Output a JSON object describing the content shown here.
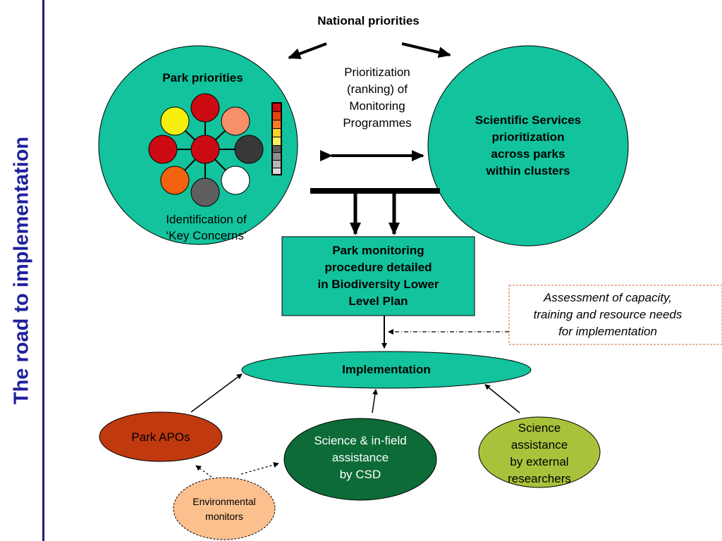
{
  "side_title": "The road to implementation",
  "national_priorities": "National priorities",
  "park_circle": {
    "title": "Park priorities",
    "caption": [
      "Identification of",
      "‘Key Concerns’"
    ]
  },
  "ranking_text": [
    "Prioritization",
    "(ranking) of",
    "Monitoring",
    "Programmes"
  ],
  "scientific_circle": [
    "Scientific Services",
    "prioritization",
    "across parks",
    "within clusters"
  ],
  "monitoring_box": [
    "Park monitoring",
    "procedure detailed",
    "in Biodiversity Lower",
    "Level Plan"
  ],
  "assessment_box": [
    "Assessment of capacity,",
    "training and resource needs",
    "for implementation"
  ],
  "implementation": "Implementation",
  "park_apos": "Park APOs",
  "csd_ellipse": [
    "Science & in-field",
    "assistance",
    "by CSD"
  ],
  "external_ellipse": [
    "Science",
    "assistance",
    "by external",
    "researchers"
  ],
  "env_monitors": [
    "Environmental",
    "monitors"
  ],
  "colors": {
    "teal": "#12c39d",
    "dark_green": "#0c6b37",
    "olive": "#a9c23c",
    "park_apos": "#c0390f",
    "env_monitors": "#fcc08f",
    "title_blue": "#1f1f9c"
  }
}
